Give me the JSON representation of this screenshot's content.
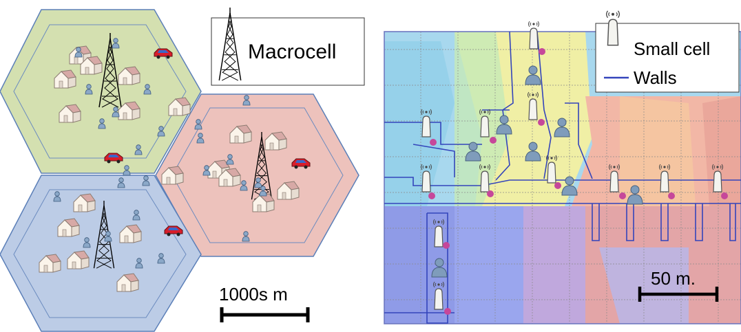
{
  "macro_panel": {
    "legend_label": "Macrocell",
    "scale_label": "1000s m",
    "cell_colors": [
      "#d4e0b0",
      "#edc2bc",
      "#bccce6"
    ],
    "cell_border_color": "#5b7fb8"
  },
  "small_panel": {
    "legend_label": "Small cell",
    "walls_label": "Walls",
    "scale_label": "50 m.",
    "wall_color": "#3344bb",
    "heat_colors": [
      "#9ad7ef",
      "#f3f0a0",
      "#f2b7a6",
      "#9aa6ee"
    ]
  },
  "icons": {
    "tower": "lattice-tower-icon",
    "house": "house-icon",
    "user": "user-icon",
    "car": "car-icon",
    "small_cell": "small-cell-antenna-icon"
  }
}
